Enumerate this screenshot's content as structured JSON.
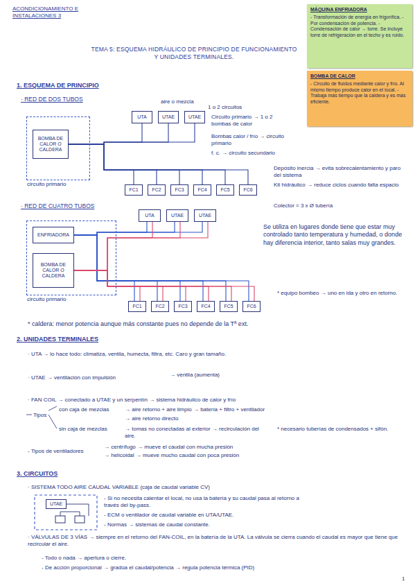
{
  "diagram": {
    "title": "TEMA 5: ESQUEMA HIDRÁULICO DE PRINCIPIO DE FUNCIONAMIENTO Y UNIDADES TERMINALES.",
    "nodes": [
      {
        "text": [
          "MÁQUINA ENFRIADORA",
          "- Transformación de energía en frigorífica. - Por condensación de potencia. - Condensación de calor → torre. Se incluye torre de refrigeración en el techo y es ruido."
        ]
      },
      {
        "text": [
          "BOMBA DE CALOR",
          "- Circuito de fluidos mediante calor y frío. Al mismo tiempo produce calor en el local. - Trabaja más tiempo que la caldera y es más eficiente."
        ]
      },
      {
        "text": [
          "circuito primario"
        ]
      },
      {
        "text": [
          "BOMBA DE CALOR O CALDERA"
        ],
        "in": 2
      },
      {
        "text": [
          "UTA"
        ]
      },
      {
        "text": [
          "UTAE"
        ]
      },
      {
        "text": [
          "UTAE"
        ]
      },
      {
        "text": [
          "FC1"
        ]
      },
      {
        "text": [
          "FC2"
        ]
      },
      {
        "text": [
          "FC3"
        ]
      },
      {
        "text": [
          "FC4"
        ]
      },
      {
        "text": [
          "FC5"
        ]
      },
      {
        "text": [
          "FC6"
        ]
      },
      {
        "text": [
          "circuito primario"
        ]
      },
      {
        "text": [
          "ENFRIADORA"
        ],
        "in": 13
      },
      {
        "text": [
          "BOMBA DE CALOR O CALDERA"
        ],
        "in": 13
      },
      {
        "text": [
          "UTA"
        ]
      },
      {
        "text": [
          "UTAE"
        ]
      },
      {
        "text": [
          "UTAE"
        ]
      },
      {
        "text": [
          "FC1"
        ]
      },
      {
        "text": [
          "FC2"
        ]
      },
      {
        "text": [
          "FC3"
        ]
      },
      {
        "text": [
          "FC4"
        ]
      },
      {
        "text": [
          "FC5"
        ]
      },
      {
        "text": [
          "FC6"
        ]
      },
      {
        "text": [
          "UTAE"
        ]
      }
    ],
    "edges": [
      {
        "from": 3,
        "to": 4,
        "arrow": "none"
      },
      {
        "from": 3,
        "to": 5,
        "arrow": "none"
      },
      {
        "from": 3,
        "to": 6,
        "arrow": "none"
      },
      {
        "from": 3,
        "to": 7,
        "arrow": "none"
      },
      {
        "from": 3,
        "to": 8,
        "arrow": "none"
      },
      {
        "from": 3,
        "to": 9,
        "arrow": "none"
      },
      {
        "from": 3,
        "to": 10,
        "arrow": "none"
      },
      {
        "from": 3,
        "to": 11,
        "arrow": "none"
      },
      {
        "from": 3,
        "to": 12,
        "arrow": "none"
      },
      {
        "from": 14,
        "to": 16,
        "arrow": "none"
      },
      {
        "from": 14,
        "to": 17,
        "arrow": "none"
      },
      {
        "from": 14,
        "to": 18,
        "arrow": "none"
      },
      {
        "from": 14,
        "to": 19,
        "arrow": "none"
      },
      {
        "from": 14,
        "to": 20,
        "arrow": "none"
      },
      {
        "from": 14,
        "to": 21,
        "arrow": "none"
      },
      {
        "from": 14,
        "to": 22,
        "arrow": "none"
      },
      {
        "from": 14,
        "to": 23,
        "arrow": "none"
      },
      {
        "from": 14,
        "to": 24,
        "arrow": "none"
      },
      {
        "from": 15,
        "to": 16,
        "arrow": "none"
      },
      {
        "from": 15,
        "to": 17,
        "arrow": "none"
      },
      {
        "from": 15,
        "to": 18,
        "arrow": "none"
      },
      {
        "from": 15,
        "to": 19,
        "arrow": "none"
      },
      {
        "from": 15,
        "to": 20,
        "arrow": "none"
      },
      {
        "from": 15,
        "to": 21,
        "arrow": "none"
      },
      {
        "from": 15,
        "to": 22,
        "arrow": "none"
      },
      {
        "from": 15,
        "to": 23,
        "arrow": "none"
      },
      {
        "from": 15,
        "to": 24,
        "arrow": "none"
      }
    ],
    "labels": [
      "ACONDICIONAMIENTO E INSTALACIONES 3",
      "1. ESQUEMA DE PRINCIPIO",
      "· RED DE DOS TUBOS",
      "aire o mezcla",
      "1 o 2 circuitos",
      "Circuito primario → 1 o 2 bombas de calor",
      "Bombas calor / frío → circuito primario",
      "f. c. → circuito secundario",
      "Depósito inercia → evita sobrecalentamiento y paro del sistema",
      "Kit hidráulico → reduce ciclos cuando falta espacio",
      "Colector = 3 x Ø tubería",
      "· RED DE CUATRO TUBOS",
      "Se utiliza en lugares donde tiene que estar muy controlado tanto temperatura y humedad, o donde hay diferencia interior, tanto salas muy grandes.",
      "* equipo bombeo → uno en ida y otro en retorno.",
      "* caldera: menor potencia aunque más constante pues no depende de la Tª ext.",
      "2. UNIDADES TERMINALES",
      "· UTA → lo hace todo: climatiza, ventila, humecta, filtra, etc. Caro y gran tamaño.",
      "· UTAE → ventilación con impulsión",
      "→ ventila (aumenta)",
      "· FAN COIL → conectado a UTAE y un serpentín → sistema hidráulico de calor y frío",
      "Tipos",
      "con caja de mezclas",
      "→ aire retorno + aire limpio → batería + filtro + ventilador",
      "→ aire retorno directo",
      "sin caja de mezclas",
      "→ tomas no conectadas al exterior → recirculación del aire.",
      "* necesario tuberías de condensados + sifón.",
      "- Tipos de ventiladores",
      "→ centrífugo → mueve el caudal con mucha presión",
      "→ helicoidal → mueve mucho caudal con poca presión",
      "3. CIRCUITOS",
      "· SISTEMA TODO AIRE CAUDAL VARIABLE (caja de caudal variable CV)",
      "- Si no necesita calentar el local, no usa la batería y su caudal pasa al retorno a través del by-pass.",
      "- ECM o ventilador de caudal variable en UTA/UTAE.",
      "- Normas → sistemas de caudal constante.",
      "· VÁLVULAS DE 3 VÍAS → siempre en el retorno del FAN-COIL, en la batería de la UTA. La válvula se cierra cuando el caudal es mayor que tiene que recircular el aire.",
      "- Todo o nada → apertura o cierre.",
      "- De acción proporcional → gradúa el caudal/potencia → regula potencia térmica (PID)",
      "1"
    ]
  }
}
